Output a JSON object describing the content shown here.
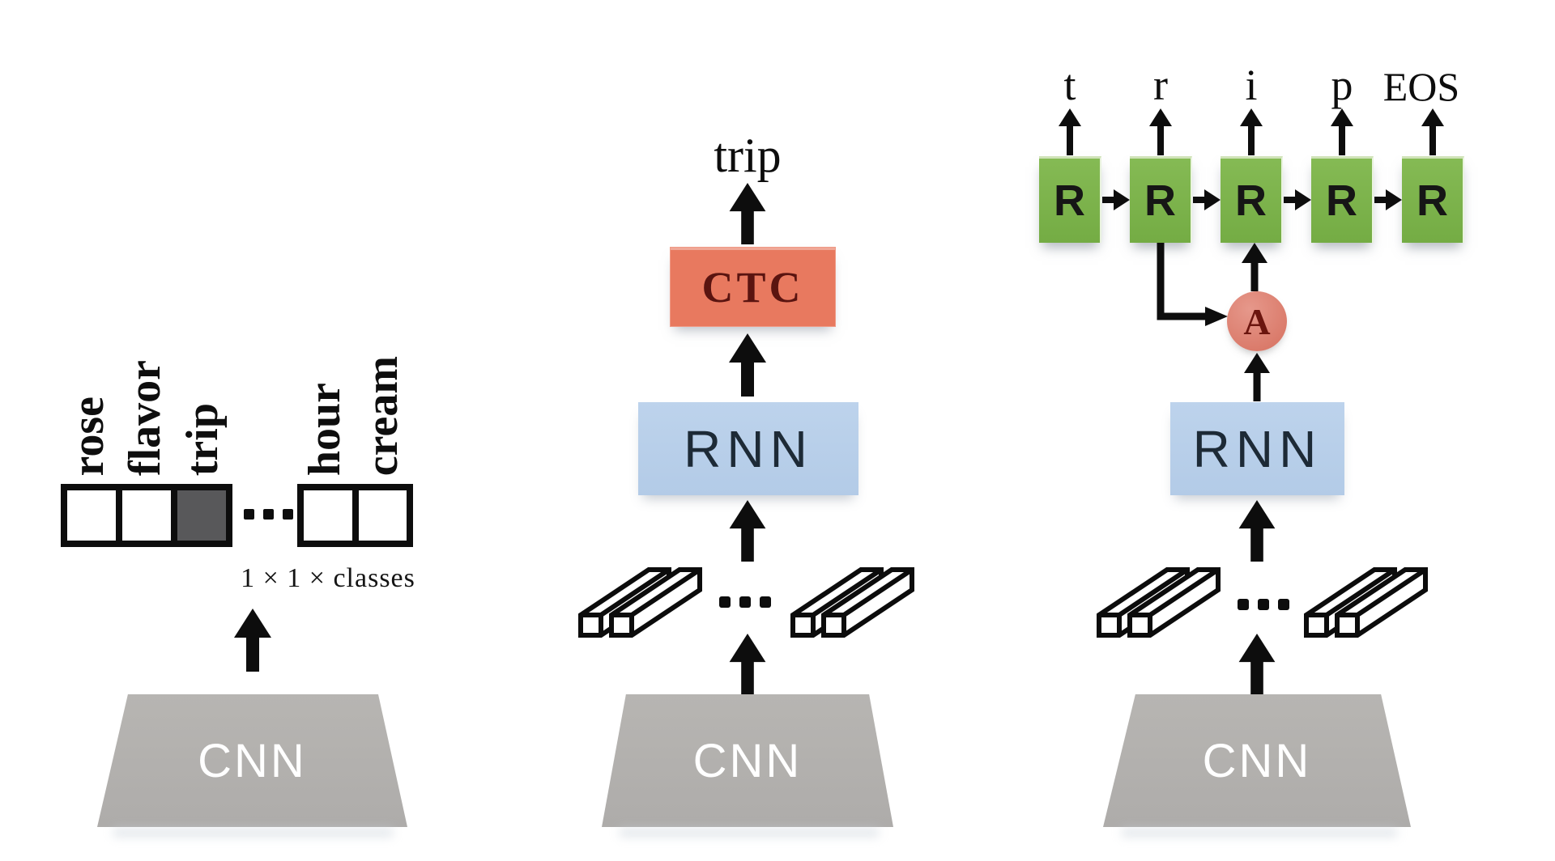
{
  "figure": {
    "description": "Three text-recognition architectures: word classification, CNN+RNN+CTC, CNN+RNN+attention decoder",
    "background": "#ffffff"
  },
  "left_panel": {
    "class_labels": [
      "rose",
      "flavor",
      "trip",
      "hour",
      "cream"
    ],
    "highlighted_class": "trip",
    "dimension_caption": "1 × 1 × classes",
    "cnn_label": "CNN"
  },
  "middle_panel": {
    "predicted_word": "trip",
    "ctc_label": "CTC",
    "rnn_label": "RNN",
    "cnn_label": "CNN"
  },
  "right_panel": {
    "output_tokens": [
      "t",
      "r",
      "i",
      "p",
      "EOS"
    ],
    "recurrent_cell_label": "R",
    "attention_label": "A",
    "rnn_label": "RNN",
    "cnn_label": "CNN"
  },
  "colors": {
    "ctc_box": "#e8795f",
    "ctc_text": "#5a1410",
    "rnn_box": "#b9cfe9",
    "rnn_text": "#1d2a36",
    "recurrent_cell": "#7cb34a",
    "attention_circle": "#dd8376",
    "attention_text": "#6b150e",
    "cnn_trapezoid": "#b3b1ae",
    "cnn_text": "#ffffff",
    "filled_cell": "#58585a",
    "ink": "#0d0d0d"
  }
}
